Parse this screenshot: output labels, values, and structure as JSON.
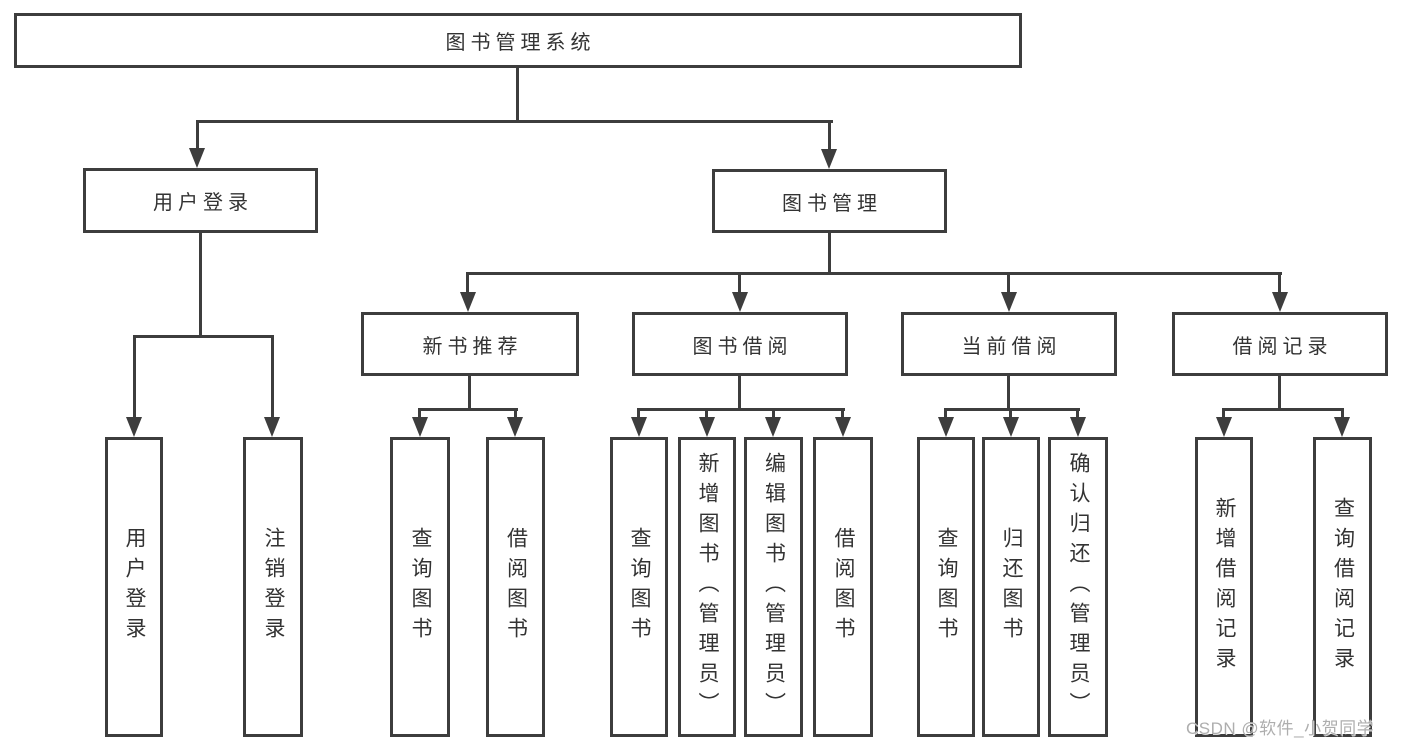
{
  "tree": {
    "label": "图书管理系统",
    "children": [
      {
        "label": "用户登录",
        "children": [
          {
            "label": "用户登录"
          },
          {
            "label": "注销登录"
          }
        ]
      },
      {
        "label": "图书管理",
        "children": [
          {
            "label": "新书推荐",
            "children": [
              {
                "label": "查询图书"
              },
              {
                "label": "借阅图书"
              }
            ]
          },
          {
            "label": "图书借阅",
            "children": [
              {
                "label": "查询图书"
              },
              {
                "label": "新增图书（管理员）"
              },
              {
                "label": "编辑图书（管理员）"
              },
              {
                "label": "借阅图书"
              }
            ]
          },
          {
            "label": "当前借阅",
            "children": [
              {
                "label": "查询图书"
              },
              {
                "label": "归还图书"
              },
              {
                "label": "确认归还（管理员）"
              }
            ]
          },
          {
            "label": "借阅记录",
            "children": [
              {
                "label": "新增借阅记录"
              },
              {
                "label": "查询借阅记录"
              }
            ]
          }
        ]
      }
    ]
  },
  "watermark": "CSDN @软件_小贺同学",
  "colors": {
    "line": "#3d3d3d",
    "box_border": "#3d3d3d",
    "box_fill": "#ffffff",
    "text": "#333333",
    "watermark": "#aeaeae",
    "background": "#ffffff"
  }
}
